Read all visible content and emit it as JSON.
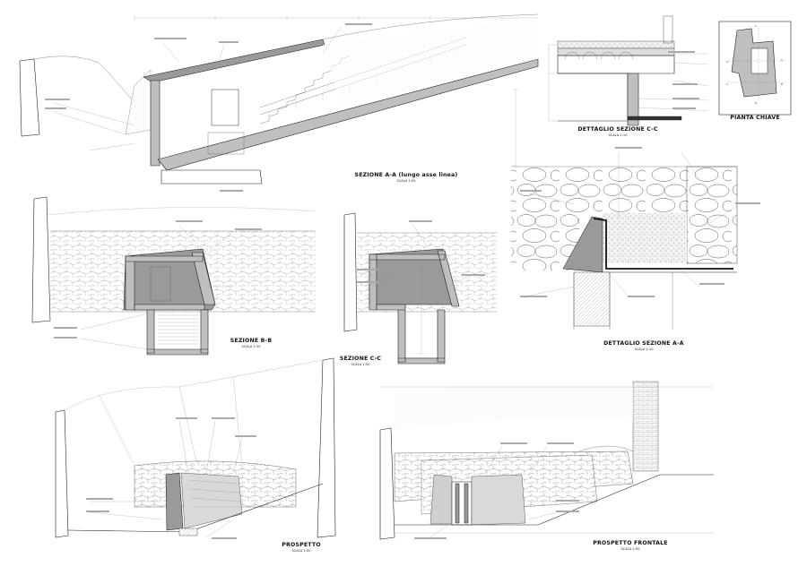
{
  "drawings": [
    {
      "id": "sezione-aa",
      "title": "SEZIONE A-A (lungo asse linea)",
      "scale": "SCALA 1:50"
    },
    {
      "id": "dettaglio-cc",
      "title": "DETTAGLIO SEZIONE C-C",
      "scale": "SCALA 1:10"
    },
    {
      "id": "pianta-chiave",
      "title": "PIANTA CHIAVE",
      "scale": ""
    },
    {
      "id": "sezione-bb",
      "title": "SEZIONE B-B",
      "scale": "SCALA 1:50"
    },
    {
      "id": "sezione-cc",
      "title": "SEZIONE C-C",
      "scale": "SCALA 1:50"
    },
    {
      "id": "dettaglio-aa",
      "title": "DETTAGLIO SEZIONE A-A",
      "scale": "SCALA 1:10"
    },
    {
      "id": "prospetto",
      "title": "PROSPETTO",
      "scale": "SCALA 1:50"
    },
    {
      "id": "prospetto-frontale",
      "title": "PROSPETTO FRONTALE",
      "scale": "SCALA 1:50"
    }
  ],
  "key_plan_marks": [
    "C",
    "C",
    "A",
    "A",
    "B",
    "B"
  ],
  "colors": {
    "line": "#222222",
    "hatch": "#bfbfbf",
    "concrete": "#9a9a9a",
    "paper": "#ffffff"
  }
}
